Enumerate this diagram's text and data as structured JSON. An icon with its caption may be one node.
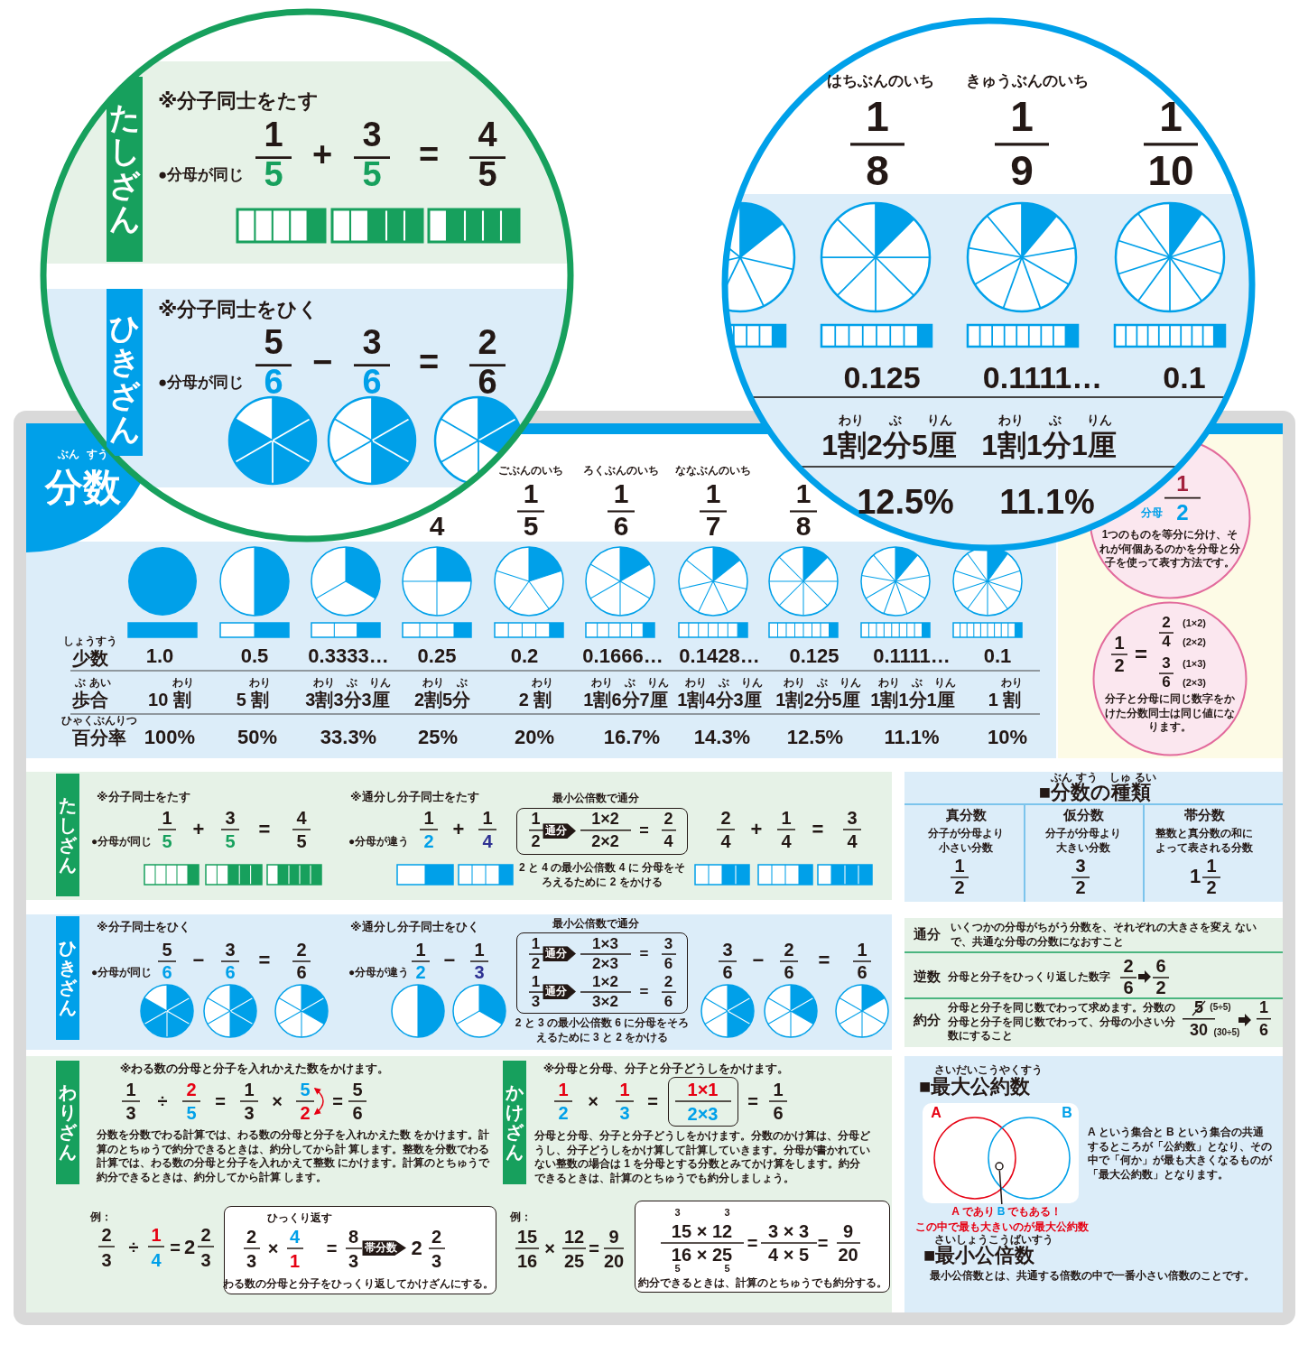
{
  "diagram": {
    "title": "分数",
    "nodes": [
      {
        "text": [
          "1",
          "分母",
          "2",
          "1つのものを等分に分け、それが何個あるのかを分母と分子を使って表す方法です。"
        ]
      },
      {
        "text": [
          "1",
          "2",
          "=",
          "2",
          "(1×2)",
          "4",
          "(2×2)",
          "3",
          "(1×3)",
          "6",
          "(2×3)",
          "分子と分母に同じ数字をかけた分数同士は同じ値になります。"
        ]
      },
      {
        "text": [
          "たしざん"
        ]
      },
      {
        "text": [
          "ひきざん"
        ]
      },
      {
        "text": [
          "わりざん"
        ]
      },
      {
        "text": [
          "かけざん"
        ]
      },
      {
        "text": [
          "1",
          "2",
          "通分",
          "1×2",
          "2×2",
          "=",
          "2",
          "4"
        ],
        "beside": [
          "最小公倍数で通分",
          "2 と 4 の最小公倍数 4 に 分母をそろえるために 2 をかける"
        ]
      },
      {
        "text": [
          "1",
          "2",
          "通分",
          "1×3",
          "2×3",
          "=",
          "3",
          "6",
          "1",
          "3",
          "通分",
          "1×2",
          "3×2",
          "=",
          "2",
          "6"
        ],
        "beside": [
          "最小公倍数で通分",
          "2 と 3 の最小公倍数 6 に分母をそろえるために 3 と 2 をかける"
        ]
      },
      {
        "text": [
          "1×1",
          "2×3"
        ]
      },
      {
        "text": [
          "ひっくり返す",
          "2",
          "3",
          "×",
          "4",
          "1",
          "=",
          "8",
          "3",
          "帯分数",
          "2",
          "2",
          "3",
          "わる数の分母と分子をひっくり返してかけざんにする。"
        ]
      },
      {
        "text": [
          "3",
          "3",
          "15 × 12",
          "16 × 25",
          "5",
          "5",
          "=",
          "3 × 3",
          "4 × 5",
          "=",
          "9",
          "20",
          "約分できるときは、計算のとちゅうでも約分する。"
        ]
      },
      {
        "text": [
          "A であり",
          "B",
          "でもある！",
          "この中で最も大きいのが最大公約数"
        ]
      },
      {
        "text": [],
        "shape": "circle"
      },
      {
        "text": [
          "たしざん"
        ]
      },
      {
        "text": [
          "ひきざん"
        ]
      }
    ],
    "edges": [
      {
        "from": 11,
        "to": 12,
        "arrow": "none"
      }
    ],
    "labels": [
      "※分子同士をたす",
      "●分母が同じ",
      "1",
      "5",
      "+",
      "3",
      "5",
      "=",
      "4",
      "5",
      "※分子同士をひく",
      "●分母が同じ",
      "5",
      "6",
      "−",
      "3",
      "6",
      "=",
      "2",
      "6",
      "はちぶんのいち",
      "きゅうぶんのいち",
      "1",
      "8",
      "1",
      "9",
      "1",
      "10",
      "0.125",
      "0.1111…",
      "0.1",
      "わり ぶ りん",
      "わり ぶ りん",
      "1割2分5厘",
      "1割1分1厘",
      "12.5%",
      "11.1%",
      "ぶん すう",
      "4",
      "ごぶんのいち",
      "1",
      "5",
      "ろくぶんのいち",
      "1",
      "6",
      "ななぶんのいち",
      "1",
      "7",
      "1",
      "8",
      "しょうすう",
      "少数",
      "1.0",
      "0.5",
      "0.3333…",
      "0.25",
      "0.2",
      "0.1666…",
      "0.1428…",
      "0.125",
      "0.1111…",
      "0.1",
      "ぶ あい",
      "歩合",
      "わり",
      "わり",
      "わり ぶ りん",
      "わり ぶ",
      "わり",
      "わり ぶ りん",
      "わり ぶ りん",
      "わり ぶ りん",
      "わり ぶ りん",
      "わり",
      "10 割",
      "5 割",
      "3割3分3厘",
      "2割5分",
      "2 割",
      "1割6分7厘",
      "1割4分3厘",
      "1割2分5厘",
      "1割1分1厘",
      "1 割",
      "ひゃくぶんりつ",
      "百分率",
      "100%",
      "50%",
      "33.3%",
      "25%",
      "20%",
      "16.7%",
      "14.3%",
      "12.5%",
      "11.1%",
      "10%",
      "※分子同士をたす",
      "●分母が同じ",
      "1",
      "5",
      "+",
      "3",
      "5",
      "=",
      "4",
      "5",
      "※通分し分子同士をたす",
      "●分母が違う",
      "1",
      "2",
      "+",
      "1",
      "4",
      "2",
      "4",
      "+",
      "1",
      "4",
      "=",
      "3",
      "4",
      "※分子同士をひく",
      "●分母が同じ",
      "5",
      "6",
      "−",
      "3",
      "6",
      "=",
      "2",
      "6",
      "※通分し分子同士をひく",
      "●分母が違う",
      "1",
      "2",
      "−",
      "1",
      "3",
      "3",
      "6",
      "−",
      "2",
      "6",
      "=",
      "1",
      "6",
      "※わる数の分母と分子を入れかえた数をかけます。",
      "1",
      "3",
      "÷",
      "2",
      "5",
      "=",
      "1",
      "3",
      "×",
      "5",
      "2",
      "=",
      "5",
      "6",
      "分数を分数でわる計算では、わる数の分母と分子を入れかえた数 をかけます。計算のとちゅうで約分できるときは、約分してから計 算します。整数を分数でわる計算では、わる数の分母と分子を入れかえて整数 にかけます。計算のとちゅうで約分できるときは、約分してから計算 します。",
      "例：",
      "2",
      "3",
      "÷",
      "1",
      "4",
      "=",
      "2",
      "2",
      "3",
      "※分母と分母、分子と分子どうしをかけます。",
      "1",
      "2",
      "×",
      "1",
      "3",
      "=",
      "=",
      "1",
      "6",
      "分母と分母、分子と分子どうしをかけます。分数のかけ算は、分母どうし、分子どうしをかけ算して計算していきます。分母が書かれていない整数の場合は 1 を分母とする分数とみてかけ算をします。約分できるときは、計算のとちゅうでも約分しましょう。",
      "例：",
      "15",
      "16",
      "×",
      "12",
      "25",
      "=",
      "9",
      "20",
      "ぶん すう",
      "しゅ るい",
      "■分数の種類",
      "真分数",
      "分子が分母より小さい分数",
      "1",
      "2",
      "仮分数",
      "分子が分母より大きい分数",
      "3",
      "2",
      "帯分数",
      "整数と真分数の和によって表される分数",
      "1",
      "1",
      "2",
      "通分",
      "いくつかの分母がちがう分数を、それぞれの大きさを変え ないで、共通な分母の分数になおすこと",
      "逆数",
      "分母と分子をひっくり返した数字",
      "2",
      "6",
      "6",
      "2",
      "約分",
      "分母と分子を同じ数でわって求めます。分数の分母と分子を同じ数でわって、分母の小さい分数にすること",
      "5",
      "30",
      "(5÷5)",
      "(30÷5)",
      "1",
      "6",
      "さいだいこうやくすう",
      "■最大公約数",
      "A",
      "B",
      "A という集合と B という集合の共通するところが「公約数」となり、その中で「何か」が最も大きくなるものが「最大公約数」となります。",
      "さいしょうこうばいすう",
      "■最小公倍数",
      "最小公倍数とは、共通する倍数の中で一番小さい倍数のことです。"
    ]
  }
}
